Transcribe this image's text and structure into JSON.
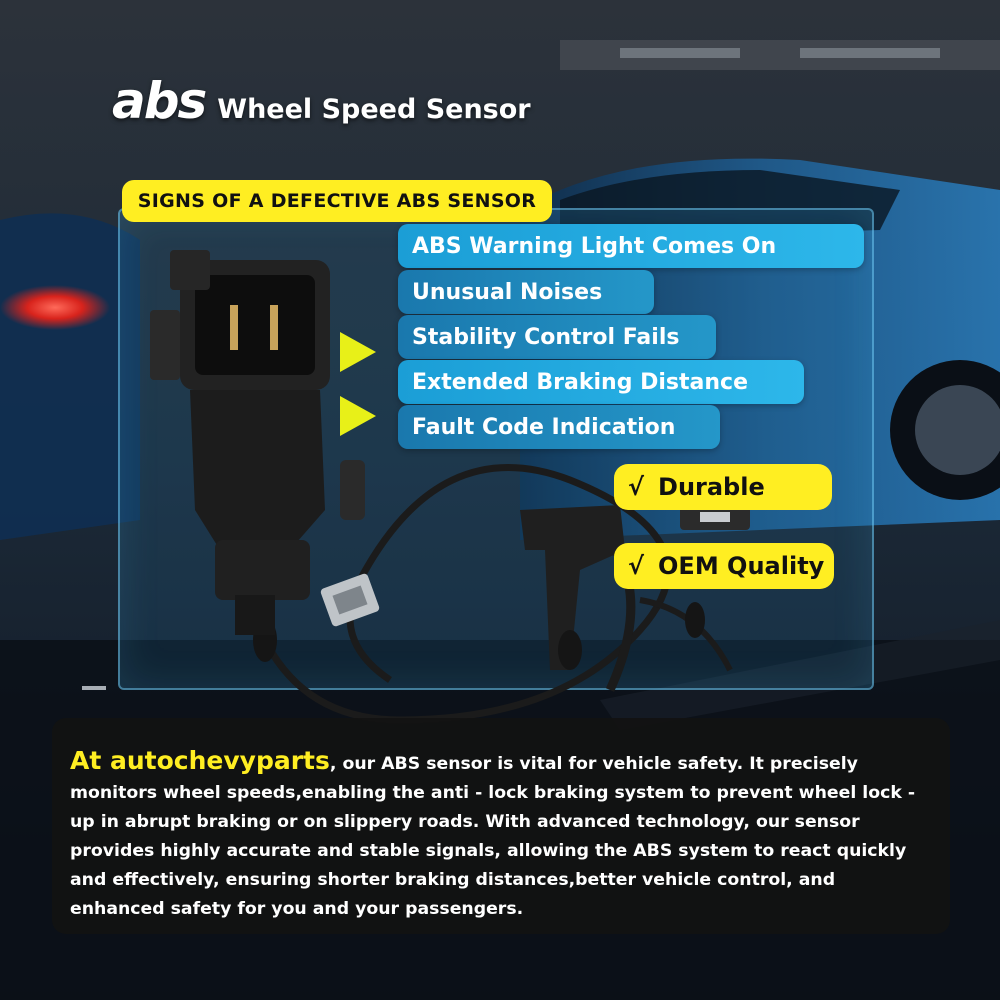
{
  "header": {
    "logo_text": "abs",
    "title": "Wheel Speed Sensor"
  },
  "panel": {
    "tab_label": "SIGNS OF A DEFECTIVE ABS SENSOR"
  },
  "signs": [
    "ABS Warning Light Comes On",
    "Unusual Noises",
    "Stability Control Fails",
    "Extended Braking Distance",
    "Fault Code Indication"
  ],
  "features": [
    {
      "check": "√",
      "label": "Durable"
    },
    {
      "check": "√",
      "label": "OEM Quality"
    }
  ],
  "info": {
    "brand": "At autochevyparts",
    "body": ", our ABS sensor is vital for vehicle safety. It precisely monitors wheel speeds,enabling the anti - lock braking system to prevent wheel lock - up in abrupt braking or on slippery roads. With advanced technology, our sensor provides highly accurate and stable signals, allowing the ABS system to react quickly and effectively, ensuring shorter braking distances,better vehicle control, and enhanced safety for you and your passengers."
  },
  "colors": {
    "accent_yellow": "#ffee22",
    "sign_blue": "#2db7ea",
    "info_bg": "#121212"
  },
  "icons": [
    "arrow-right-icon",
    "checkmark-icon",
    "sensor-connector-image",
    "car-background-image"
  ]
}
